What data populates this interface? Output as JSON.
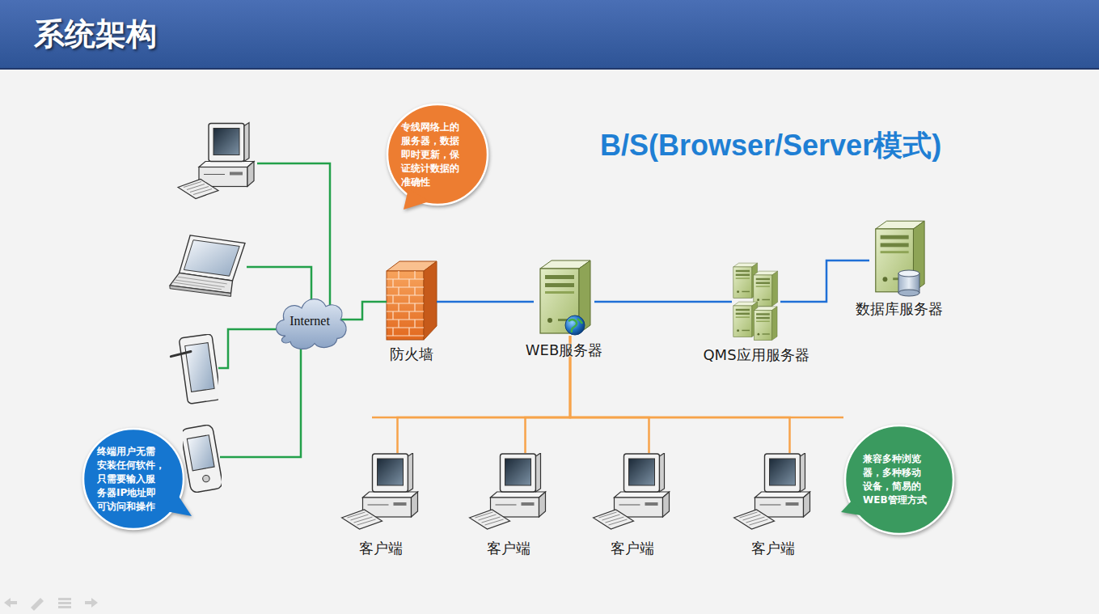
{
  "diagram": {
    "title": "系统架构",
    "nodes": [
      {
        "text": [
          "专线网络上的 服务器，数据 即时更新，保 证统计数据的 准确性"
        ]
      },
      {
        "text": [
          "Internet"
        ]
      },
      {
        "text": [
          "防火墙"
        ]
      },
      {
        "text": [
          "WEB服务器"
        ]
      },
      {
        "text": [
          "QMS应用服务器"
        ]
      },
      {
        "text": [
          "数据库服务器"
        ]
      },
      {
        "text": [
          "终端用户无需 安装任何软件， 只需要输入服 务器IP地址即 可访问和操作"
        ]
      },
      {
        "text": [
          "客户端"
        ]
      },
      {
        "text": [
          "客户端"
        ]
      },
      {
        "text": [
          "客户端"
        ]
      },
      {
        "text": [
          "客户端"
        ]
      },
      {
        "text": [
          "兼容多种浏览 器，多种移动 设备，简易的 WEB管理方式"
        ]
      }
    ],
    "edges": [
      {
        "from": 1,
        "to": 2,
        "arrow": "none"
      },
      {
        "from": 2,
        "to": 3,
        "arrow": "none"
      },
      {
        "from": 3,
        "to": 4,
        "arrow": "none"
      },
      {
        "from": 4,
        "to": 5,
        "arrow": "none"
      },
      {
        "from": 3,
        "to": 7,
        "arrow": "none"
      },
      {
        "from": 3,
        "to": 8,
        "arrow": "none"
      },
      {
        "from": 3,
        "to": 9,
        "arrow": "none"
      },
      {
        "from": 3,
        "to": 10,
        "arrow": "none"
      }
    ],
    "labels": [
      "B/S(Browser/Server模式)"
    ]
  }
}
